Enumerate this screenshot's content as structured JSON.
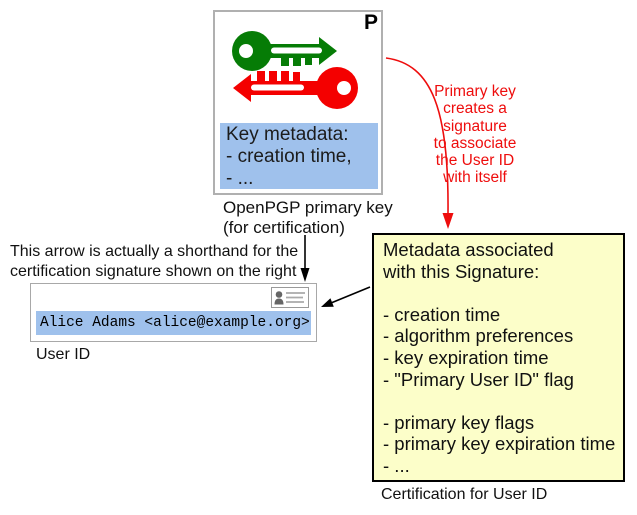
{
  "colors": {
    "key_green": "#067c06",
    "key_red": "#f40000",
    "highlight_blue": "#9fc1ec",
    "note_yellow": "#fcfec9",
    "annotation_red": "#ee0d0d",
    "arrow_black": "#000000"
  },
  "primary_key_card": {
    "badge": "P",
    "metadata_lines": [
      "Key metadata:",
      "- creation time,",
      "- ..."
    ],
    "caption_lines": [
      "OpenPGP primary key",
      "(for certification)"
    ]
  },
  "red_annotation": {
    "lines": [
      "Primary key",
      "creates a",
      "signature",
      "to associate",
      "the User ID",
      "with itself"
    ]
  },
  "shorthand_note": {
    "lines": [
      "This arrow is actually a shorthand for the",
      "certification signature shown on the right"
    ]
  },
  "user_id_card": {
    "value": "Alice Adams <alice@example.org>",
    "caption": "User ID"
  },
  "certification_box": {
    "title_lines": [
      "Metadata associated",
      "with this Signature:"
    ],
    "items_first": [
      "- creation time",
      "- algorithm preferences",
      "- key expiration time",
      "- \"Primary User ID\" flag"
    ],
    "items_second": [
      "- primary key flags",
      "- primary key expiration time",
      "- ..."
    ],
    "caption": "Certification for User ID"
  },
  "icons": {
    "key_pair": "key-pair-icon",
    "id_card": "id-card-icon"
  }
}
